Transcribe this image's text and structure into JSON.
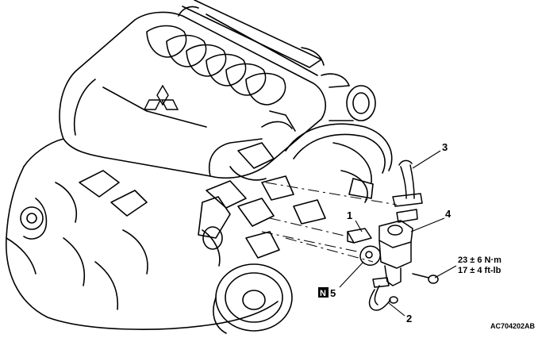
{
  "callouts": [
    {
      "id": "1",
      "label": "1"
    },
    {
      "id": "2",
      "label": "2"
    },
    {
      "id": "3",
      "label": "3"
    },
    {
      "id": "4",
      "label": "4"
    },
    {
      "id": "5",
      "label": "5"
    }
  ],
  "n_badge": "N",
  "torque": {
    "metric": "23 ± 6 N·m",
    "imperial": "17 ± 4 ft-lb"
  },
  "figure_id": "AC704202AB",
  "icons": [
    "mitsubishi-logo-icon",
    "engine-illustration",
    "egr-valve-illustration"
  ]
}
